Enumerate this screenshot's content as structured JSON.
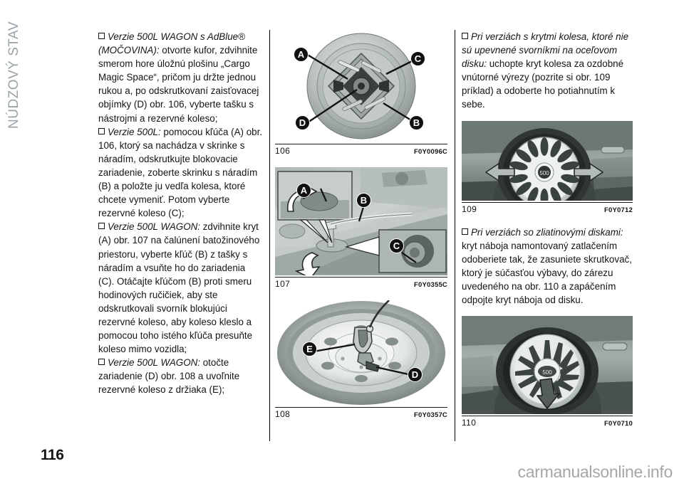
{
  "chapter": {
    "label": "NÚDZOVÝ STAV"
  },
  "page": {
    "number": "116"
  },
  "watermark": {
    "text": "carmanualsonline.info"
  },
  "column1": {
    "paragraphs": [
      {
        "bullet": true,
        "italic_lead": "Verzie 500L WAGON s AdBlue® (MOČOVINA):",
        "rest": " otvorte kufor, zdvihnite smerom hore úložnú plošinu „Cargo Magic Space“, pričom ju držte jednou rukou a, po odskrutkovaní zaisťovacej objímky (D) obr. 106, vyberte tašku s nástrojmi a rezervné koleso;"
      },
      {
        "bullet": true,
        "italic_lead": "Verzie 500L:",
        "rest": " pomocou kľúča (A) obr. 106, ktorý sa nachádza v skrinke s náradím, odskrutkujte blokovacie zariadenie, zoberte skrinku s náradím (B) a položte ju vedľa kolesa, ktoré chcete vymeniť. Potom vyberte rezervné koleso (C);"
      },
      {
        "bullet": true,
        "italic_lead": "Verzie 500L WAGON:",
        "rest": " zdvihnite kryt (A) obr. 107 na čalúnení batožinového priestoru, vyberte kľúč (B) z tašky s náradím a vsuňte ho do zariadenia (C). Otáčajte kľúčom (B) proti smeru hodinových ručičiek, aby ste odskrutkovali svorník blokujúci rezervné koleso, aby koleso kleslo a pomocou toho istého kľúča presuňte koleso mimo vozidla;"
      },
      {
        "bullet": true,
        "italic_lead": "Verzie 500L WAGON:",
        "rest": " otočte zariadenie (D) obr. 108 a uvoľnite rezervné koleso z držiaka (E);"
      }
    ]
  },
  "column3": {
    "paragraphs": [
      {
        "bullet": true,
        "italic_lead": "Pri verziách s krytmi kolesa, ktoré nie sú upevnené svorníkmi na oceľovom disku:",
        "rest": " uchopte kryt kolesa za ozdobné vnútorné výrezy (pozrite si obr. 109 príklad) a odoberte ho potiahnutím k sebe."
      },
      {
        "bullet": true,
        "italic_lead": "Pri verziách so zliatinovými diskami:",
        "rest": " kryt náboja namontovaný zatlačením odoberiete tak, že zasuniete skrutkovač, ktorý je súčasťou výbavy, do zárezu uvedeného na obr. 110 a zapáčením odpojte kryt náboja od disku."
      }
    ]
  },
  "figures": [
    {
      "id": "fig-106",
      "number": "106",
      "code": "F0Y0096C",
      "description": "spare-wheel-well-with-tool-kit",
      "callouts": [
        "A",
        "C",
        "D",
        "B"
      ]
    },
    {
      "id": "fig-107",
      "number": "107",
      "code": "F0Y0355C",
      "description": "boot-floor-lid-and-key-device",
      "callouts": [
        "A",
        "B",
        "C"
      ]
    },
    {
      "id": "fig-108",
      "number": "108",
      "code": "F0Y0357C",
      "description": "spare-wheel-retainer-bracket",
      "callouts": [
        "E",
        "D"
      ]
    },
    {
      "id": "fig-109",
      "number": "109",
      "code": "F0Y0712",
      "description": "steel-wheel-with-hub-cap-pull-arrows",
      "callouts": []
    },
    {
      "id": "fig-110",
      "number": "110",
      "code": "F0Y0710",
      "description": "alloy-wheel-hub-cap-notch-arrow",
      "callouts": []
    }
  ]
}
